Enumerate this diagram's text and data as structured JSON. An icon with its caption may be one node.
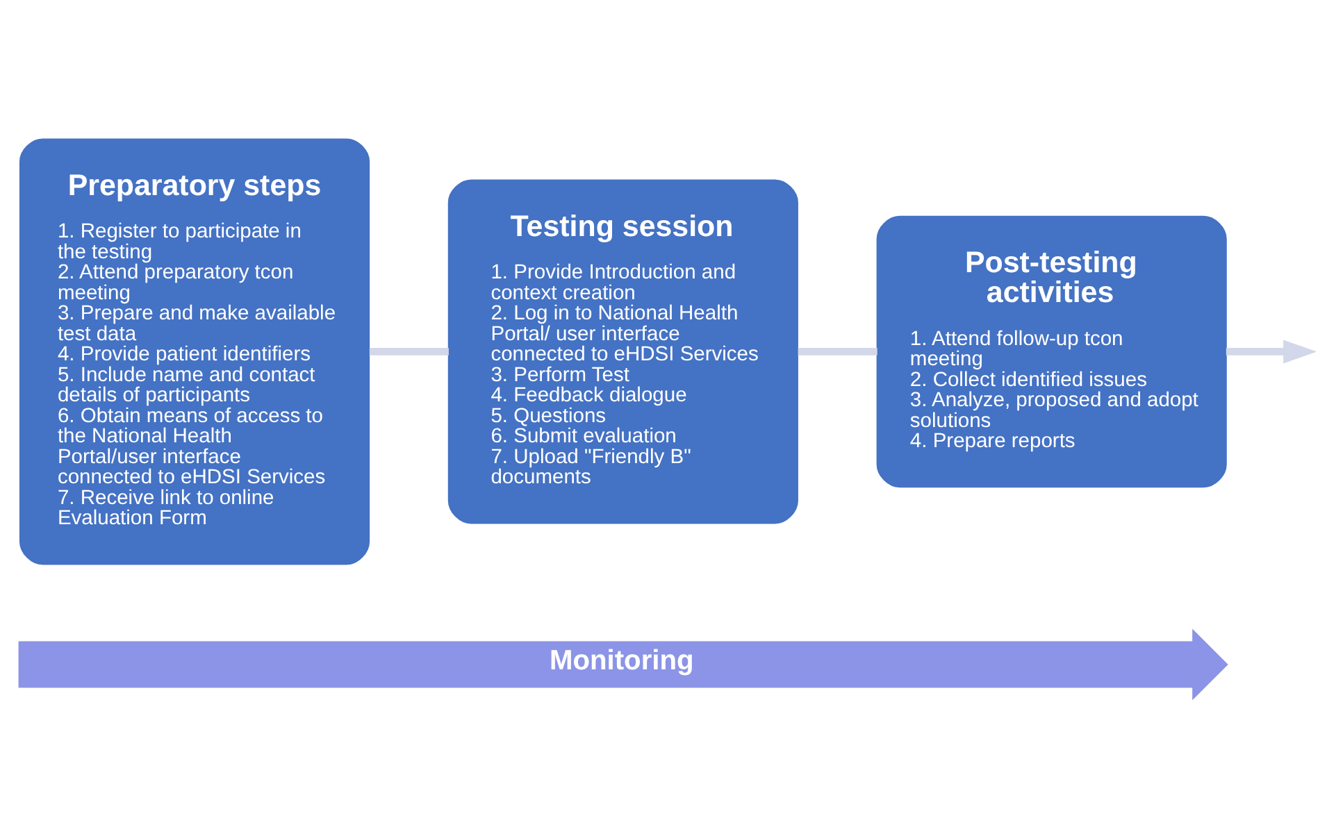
{
  "diagram": {
    "nodes": [
      {
        "text": [
          "Preparatory steps",
          "1. Register to participate in the testing",
          "2. Attend preparatory tcon meeting",
          "3. Prepare and make available test data",
          "4. Provide patient identifiers",
          "5. Include name and contact details of participants",
          "6. Obtain means of access to the National Health Portal/user interface connected to eHDSI Services",
          "7. Receive link to online Evaluation Form"
        ]
      },
      {
        "text": [
          "Testing session",
          "1. Provide Introduction and context creation",
          "2. Log in to National Health Portal/ user interface connected to eHDSI Services",
          "3. Perform Test",
          "4. Feedback dialogue",
          "5. Questions",
          "6. Submit evaluation",
          "7. Upload \"Friendly B\" documents"
        ]
      },
      {
        "text": [
          "Post-testing activities",
          "1. Attend follow-up tcon meeting",
          "2. Collect identified issues",
          "3. Analyze, proposed and adopt solutions",
          "4. Prepare reports"
        ]
      },
      {
        "text": [
          "Monitoring"
        ]
      }
    ],
    "edges": [
      {
        "from": 0,
        "to": 1,
        "arrow": "none",
        "color": "#d3d7ea"
      },
      {
        "from": 1,
        "to": 2,
        "arrow": "none",
        "color": "#d3d7ea"
      },
      {
        "from": 2,
        "to": null,
        "arrow": "to",
        "color": "#d3d7ea"
      }
    ]
  }
}
